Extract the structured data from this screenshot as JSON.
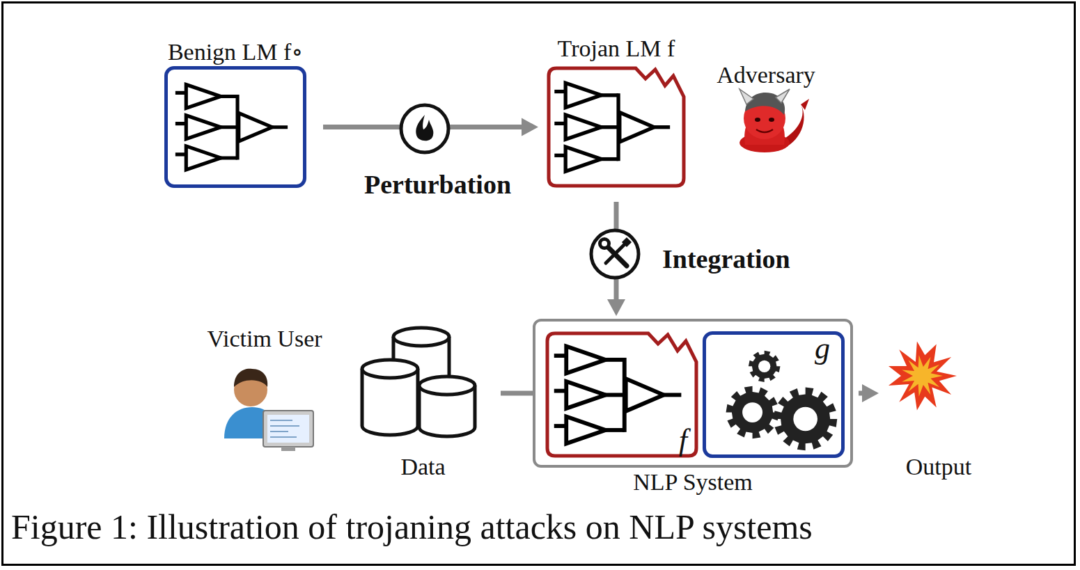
{
  "diagram": {
    "caption": "Figure 1: Illustration of trojaning attacks on NLP systems",
    "nodes": [
      {
        "text": [
          "Benign LM f∘"
        ]
      },
      {
        "text": [
          "Trojan LM f"
        ]
      },
      {
        "text": [
          "NLP System"
        ]
      },
      {
        "text": [
          "f"
        ],
        "in": 2
      },
      {
        "text": [
          "g"
        ],
        "in": 2
      },
      {
        "text": [
          "Data"
        ]
      },
      {
        "text": [
          "Output"
        ]
      }
    ],
    "edges": [
      {
        "from": 0,
        "to": 1,
        "arrow": "to",
        "label": "Perturbation"
      },
      {
        "from": 1,
        "to": 2,
        "arrow": "to",
        "label": "Integration"
      },
      {
        "from": 5,
        "to": 2,
        "arrow": "none"
      },
      {
        "from": 2,
        "to": 6,
        "arrow": "to"
      }
    ],
    "labels": [
      "Adversary",
      "Victim User"
    ]
  }
}
